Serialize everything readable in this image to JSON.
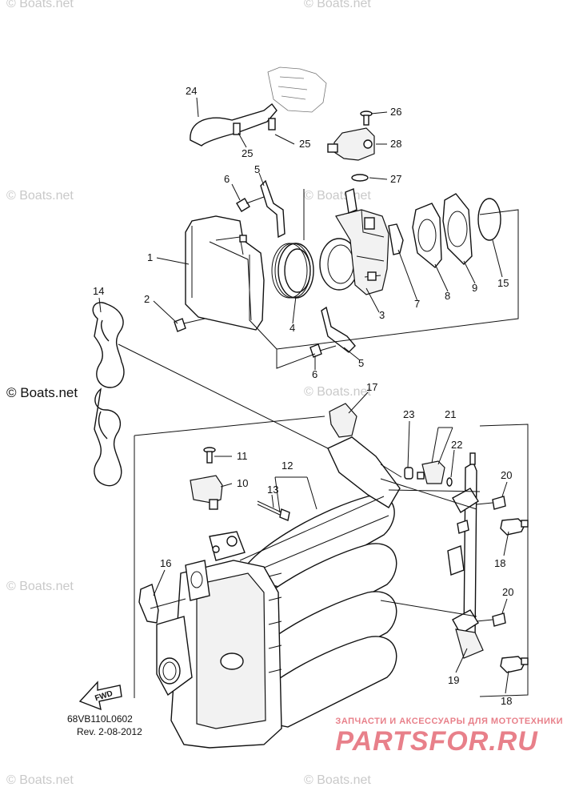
{
  "watermark": "© Boats.net",
  "watermark_bold": "© Boats.net",
  "diagram_code": "68VB110L0602",
  "revision": "Rev.  2-08-2012",
  "fwd_label": "FWD",
  "brand_tagline": "ЗАПЧАСТИ И АКСЕССУАРЫ ДЛЯ МОТОТЕХНИКИ",
  "brand_logo": "PARTSFOR.RU",
  "brand_color": "#e8808a",
  "callouts": {
    "c1": "1",
    "c2": "2",
    "c3": "3",
    "c4": "4",
    "c5a": "5",
    "c5b": "5",
    "c6a": "6",
    "c6b": "6",
    "c7": "7",
    "c8": "8",
    "c9": "9",
    "c10": "10",
    "c11": "11",
    "c12": "12",
    "c13": "13",
    "c14": "14",
    "c15": "15",
    "c16": "16",
    "c17": "17",
    "c18a": "18",
    "c18b": "18",
    "c19": "19",
    "c20a": "20",
    "c20b": "20",
    "c21": "21",
    "c22": "22",
    "c23": "23",
    "c24": "24",
    "c25a": "25",
    "c25b": "25",
    "c26": "26",
    "c27": "27",
    "c28": "28"
  }
}
